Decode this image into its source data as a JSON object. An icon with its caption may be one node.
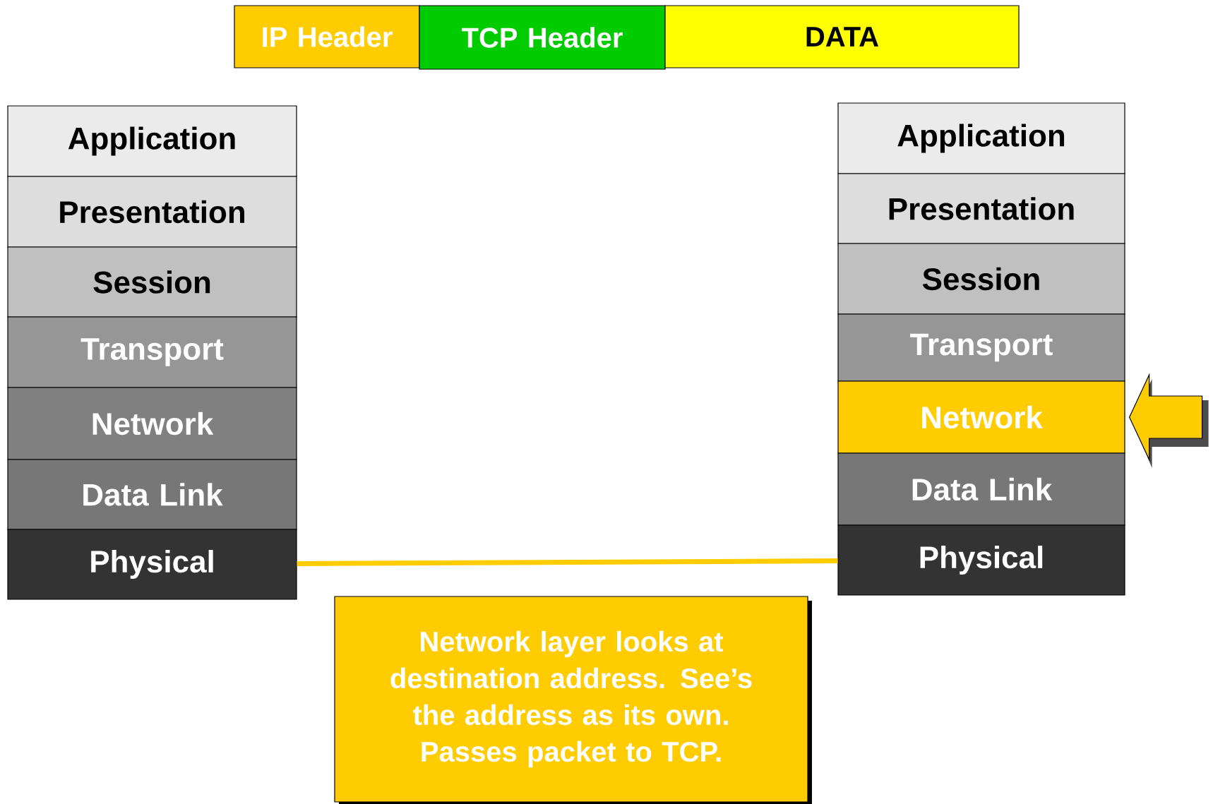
{
  "diagram": {
    "nodes": [
      {
        "text": [
          "IP Header"
        ]
      },
      {
        "text": [
          "TCP Header"
        ]
      },
      {
        "text": [
          "DATA"
        ]
      },
      {
        "text": [
          "Application"
        ]
      },
      {
        "text": [
          "Presentation"
        ]
      },
      {
        "text": [
          "Session"
        ]
      },
      {
        "text": [
          "Transport"
        ]
      },
      {
        "text": [
          "Network"
        ]
      },
      {
        "text": [
          "Data Link"
        ]
      },
      {
        "text": [
          "Physical"
        ]
      },
      {
        "text": [
          "Application"
        ]
      },
      {
        "text": [
          "Presentation"
        ]
      },
      {
        "text": [
          "Session"
        ]
      },
      {
        "text": [
          "Transport"
        ]
      },
      {
        "text": [
          "Network"
        ]
      },
      {
        "text": [
          "Data Link"
        ]
      },
      {
        "text": [
          "Physical"
        ]
      },
      {
        "text": [
          "Network layer looks at destination address. See’s the address as its own. Passes packet to TCP."
        ]
      }
    ],
    "edges": [
      {
        "from": 9,
        "to": 16,
        "arrow": "none",
        "color": "#ffcc00"
      },
      {
        "from": null,
        "to": 14,
        "arrow": "to",
        "color": "#ffcc00"
      }
    ]
  }
}
